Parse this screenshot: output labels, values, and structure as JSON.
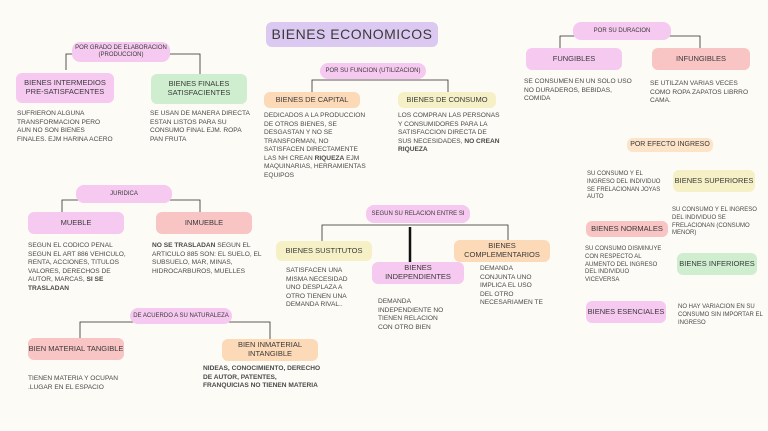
{
  "title": "BIENES ECONOMICOS",
  "produccion": {
    "pill": "POR GRADO DE ELABORACION (PRODUCCION)",
    "intermedios": "BIENES INTERMEDIOS PRE-SATISFACENTES",
    "finales": "BIENES FINALES SATISFACIENTES",
    "intermedios_text": "SUFRIERON ALGUNA TRANSFORMACION PERO AUN NO SON BIENES FINALES. EJM HARINA ACERO",
    "finales_text": "SE USAN DE MANERA DIRECTA ESTAN LISTOS PARA SU CONSUMO FINAL EJM. ROPA PAN FRUTA"
  },
  "funcion": {
    "pill": "POR SU FUNCION (UTILIZACION)",
    "capital": "BIENES DE CAPITAL",
    "consumo": "BIENES DE CONSUMO",
    "capital_text_a": "DEDICADOS A LA PRODUCCION DE OTROS BIENES, SE DESGASTAN Y NO SE TRANSFORMAN, NO SATISFACEN DIRECTAMENTE LAS NH CREAN ",
    "capital_text_bold": "RIQUEZA",
    "capital_text_b": " EJM MAQUINARIAS, HERRAMIENTAS EQUIPOS",
    "consumo_text_a": "LOS COMPRAN LAS PERSONAS Y CONSUMIDORES PARA LA SATISFACCION DIRECTA DE SUS NECESIDADES, ",
    "consumo_text_bold": "NO CREAN RIQUEZA"
  },
  "duracion": {
    "pill": "POR SU DURACION",
    "fungibles": "FUNGIBLES",
    "infungibles": "INFUNGIBLES",
    "fungibles_text": "SE CONSUMEN EN UN SOLO USO NO DURADEROS, BEBIDAS, COMIDA",
    "infungibles_text": "SE UTILZAN VARIAS VECES COMO ROPA ZAPATOS LIBRRO CAMA."
  },
  "ingreso": {
    "header": "POR EFECTO INGRESO",
    "superiores": "BIENES SUPERIORES",
    "normales": "BIENES NORMALES",
    "inferiores": "BIENES INFERIORES",
    "esenciales": "BIENES ESENCIALES",
    "text1": "SU CONSUMO Y EL INGRESO DEL INDIVIDUO SE FRELACIONAN JOYAS AUTO",
    "text2": "SU CONSUMO Y EL INGRESO DEL INDIVIDUO SE FRELACIONAN (CONSUMO MENOR)",
    "text3": "SU CONSUMO DISMINUYE CON RESPECTO AL AUMENTO DEL INGRESO DEL INDIVIDUO VICEVERSA",
    "text4": "NO HAY VARIACION EN SU CONSUMO SIN IMPORTAR EL INGRESO"
  },
  "juridica": {
    "pill": "JURIDICA",
    "mueble": "MUEBLE",
    "inmueble": "INMUEBLE",
    "mueble_text_a": "SEGUN EL CODICO PENAL SEGUN EL ART 886 VEHICULO, RENTA, ACCIONES, TITULOS VALORES, DERECHOS DE AUTOR, MARCAS, ",
    "mueble_text_bold": "SI SE TRASLADAN",
    "inmueble_text_bold": "NO SE TRASLADAN",
    "inmueble_text_b": " SEGUN EL ARTICULO 885 SON: EL SUELO, EL SUBSUELO, MAR, MINAS, HIDROCARBUROS, MUELLES"
  },
  "relacion": {
    "pill": "SEGUN SU RELACION ENTRE SI",
    "sustitutos": "BIENES SUSTITUTOS",
    "independientes": "BIENES INDEPENDIENTES",
    "complementarios": "BIENES COMPLEMENTARIOS",
    "sustitutos_text": "SATISFACEN UNA MISMA NECESIDAD UNO DESPLAZA A OTRO TIENEN UNA DEMANDA RIVAL..",
    "independientes_text": "DEMANDA INDEPENDIENTE NO TIENEN RELACION CON OTRO BIEN",
    "complementarios_text": "DEMANDA CONJUNTA UNO IMPLICA EL USO DEL OTRO NECESARIAMEN TE"
  },
  "naturaleza": {
    "pill": "DE ACUERDO A SU NATURALEZA",
    "tangible": "BIEN MATERIAL TANGIBLE",
    "intangible": "BIEN INMATERIAL INTANGIBLE",
    "tangible_text": "TIENEN MATERIA Y OCUPAN .LUGAR EN EL ESPACIO",
    "intangible_text": "NIDEAS, CONOCIMIENTO, DERECHO DE AUTOR, PATENTES, FRANQUICIAS NO TIENEN MATERIA"
  },
  "colors": {
    "pink": "#f6c9f0",
    "lavender": "#dcc9f2",
    "peach": "#fcd9b7",
    "yellow": "#f6f0c6",
    "green": "#cfeecf",
    "red": "#f8c4c4"
  }
}
